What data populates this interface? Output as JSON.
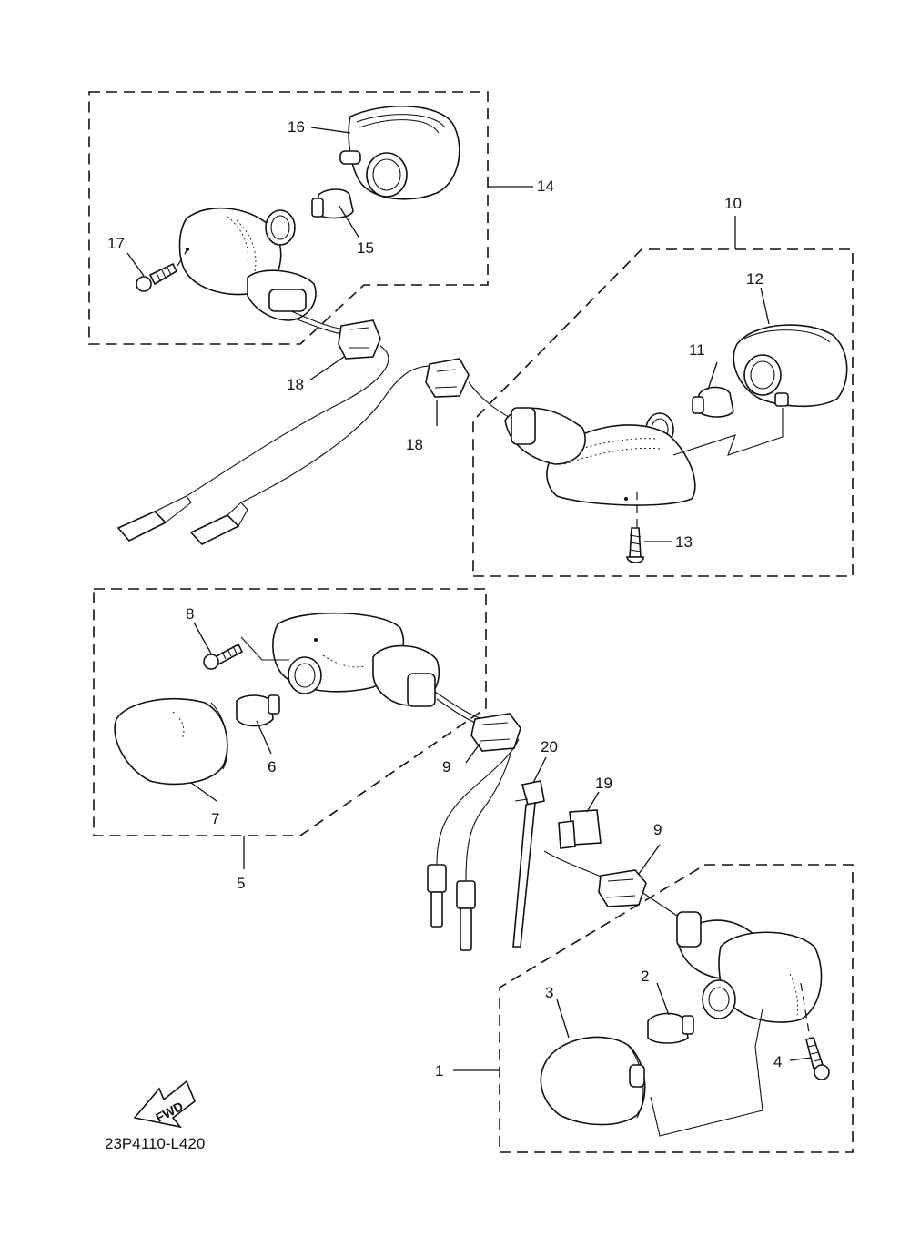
{
  "callouts": {
    "c1": "1",
    "c2": "2",
    "c3": "3",
    "c4": "4",
    "c5": "5",
    "c6": "6",
    "c7": "7",
    "c8": "8",
    "c9a": "9",
    "c9b": "9",
    "c10": "10",
    "c11": "11",
    "c12": "12",
    "c13": "13",
    "c14": "14",
    "c15": "15",
    "c16": "16",
    "c17": "17",
    "c18a": "18",
    "c18b": "18",
    "c19": "19",
    "c20": "20"
  },
  "fwd_arrow": {
    "label": "FWD",
    "icon": "fwd-arrow-icon"
  },
  "diagram_code": "23P4110-L420",
  "colors": {
    "ink": "#111111",
    "paper": "#ffffff"
  }
}
